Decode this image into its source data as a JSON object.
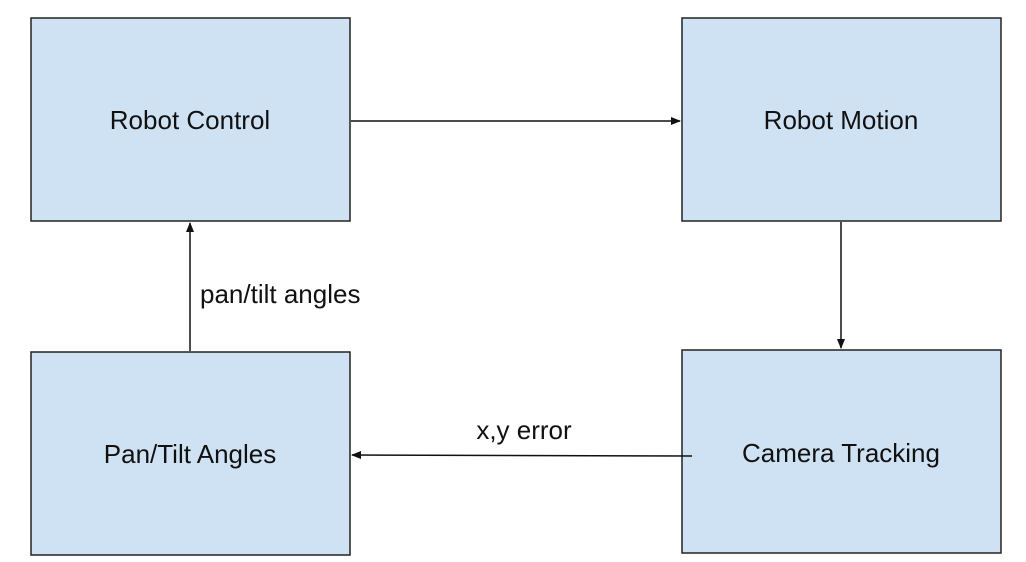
{
  "colors": {
    "node_fill": "#cfe2f3",
    "node_stroke": "#222222",
    "edge": "#111111"
  },
  "nodes": {
    "robot_control": "Robot Control",
    "robot_motion": "Robot Motion",
    "camera_tracking": "Camera Tracking",
    "pan_tilt_angles": "Pan/Tilt Angles"
  },
  "edges": [
    {
      "from": "Robot Control",
      "to": "Robot Motion",
      "label": ""
    },
    {
      "from": "Robot Motion",
      "to": "Camera Tracking",
      "label": ""
    },
    {
      "from": "Camera Tracking",
      "to": "Pan/Tilt Angles",
      "label": "x,y error"
    },
    {
      "from": "Pan/Tilt Angles",
      "to": "Robot Control",
      "label": "pan/tilt angles"
    }
  ],
  "edge_labels": {
    "xy_error": "x,y error",
    "pan_tilt": "pan/tilt angles"
  }
}
